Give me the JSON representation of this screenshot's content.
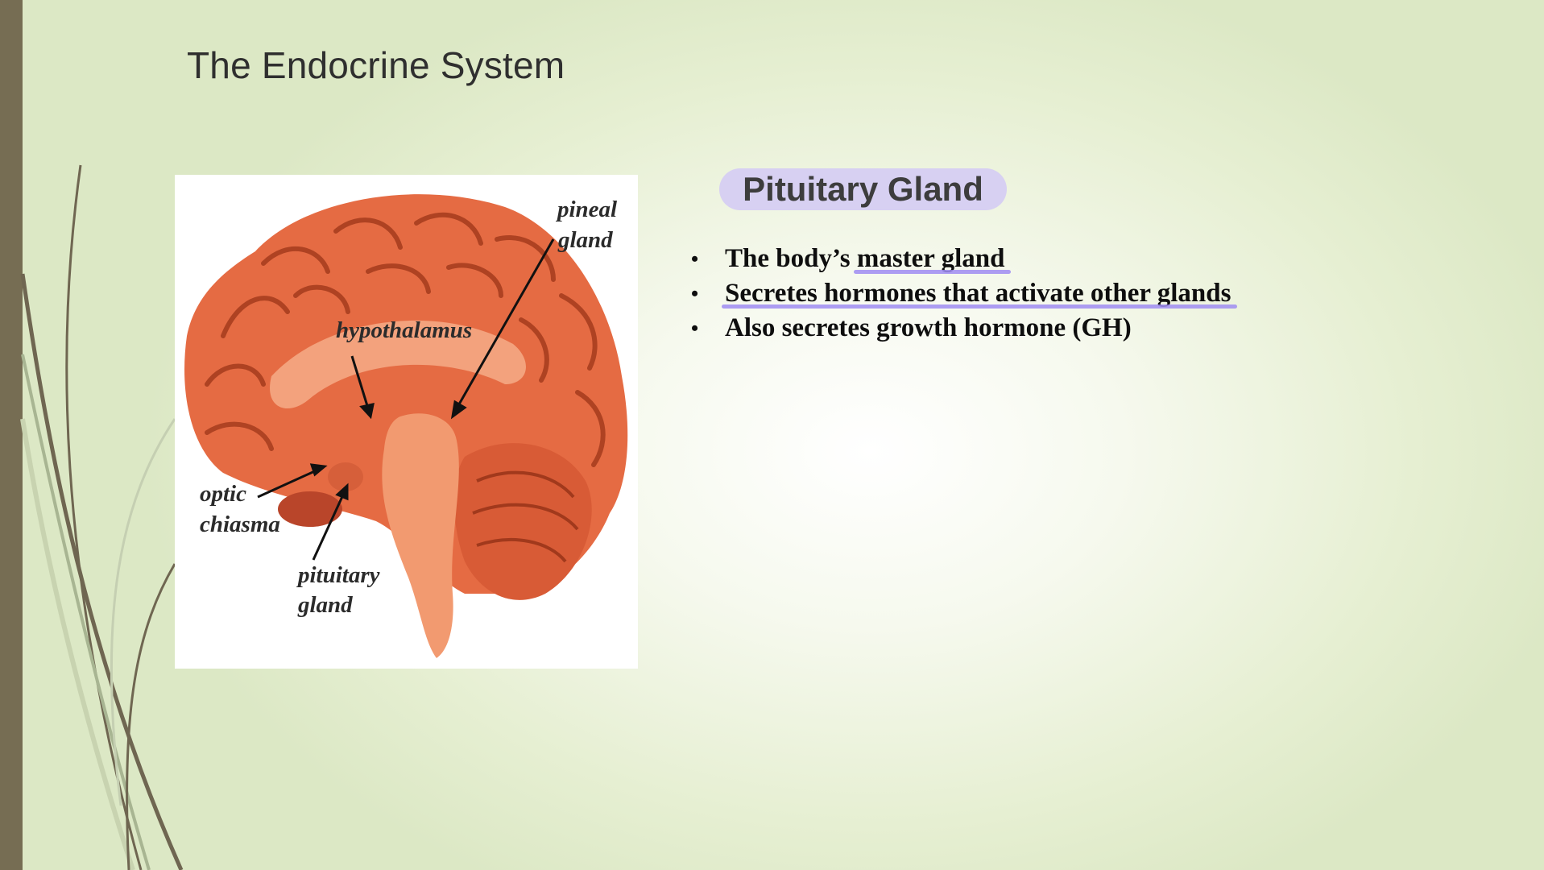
{
  "slide": {
    "title": "The Endocrine System",
    "subtitle": "Pituitary Gland",
    "bullets": [
      {
        "pre": "The body’s ",
        "highlight": "master gland",
        "post": ""
      },
      {
        "pre": "",
        "highlight": "Secretes hormones that activate other glands",
        "post": ""
      },
      {
        "pre": "Also secretes growth hormone (GH)",
        "highlight": "",
        "post": ""
      }
    ]
  },
  "figure": {
    "labels": {
      "pineal_1": "pineal",
      "pineal_2": "gland",
      "hypothalamus": "hypothalamus",
      "optic_1": "optic",
      "optic_2": "chiasma",
      "pituitary_1": "pituitary",
      "pituitary_2": "gland"
    }
  },
  "colors": {
    "accent_bar": "#766d53",
    "highlight": "#9f8cf2",
    "pill": "#d7d0f2",
    "brain": "#e06a45"
  }
}
